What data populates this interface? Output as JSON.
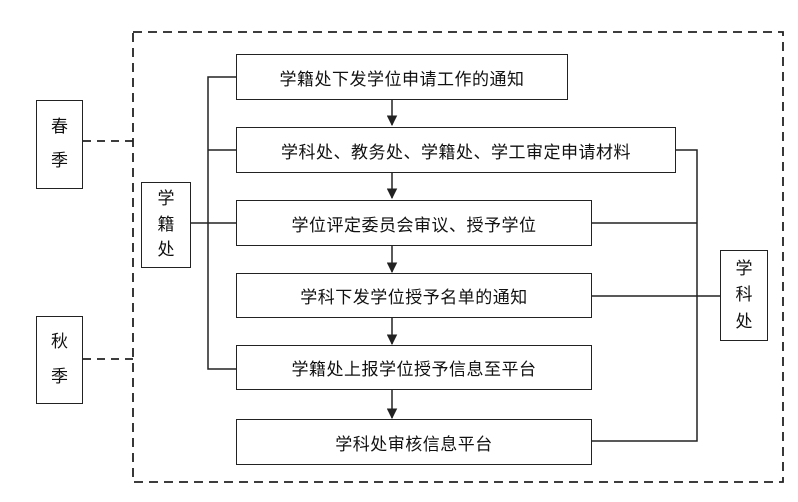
{
  "steps": [
    {
      "label": "学籍处下发学位申请工作的通知"
    },
    {
      "label": "学科处、教务处、学籍处、学工审定申请材料"
    },
    {
      "label": "学位评定委员会审议、授予学位"
    },
    {
      "label": "学科下发学位授予名单的通知"
    },
    {
      "label": "学籍处上报学位授予信息至平台"
    },
    {
      "label": "学科处审核信息平台"
    }
  ],
  "seasons": {
    "spring": [
      "春",
      "季"
    ],
    "autumn": [
      "秋",
      "季"
    ]
  },
  "offices": {
    "left": [
      "学",
      "籍",
      "处"
    ],
    "right": [
      "学",
      "科",
      "处"
    ]
  }
}
